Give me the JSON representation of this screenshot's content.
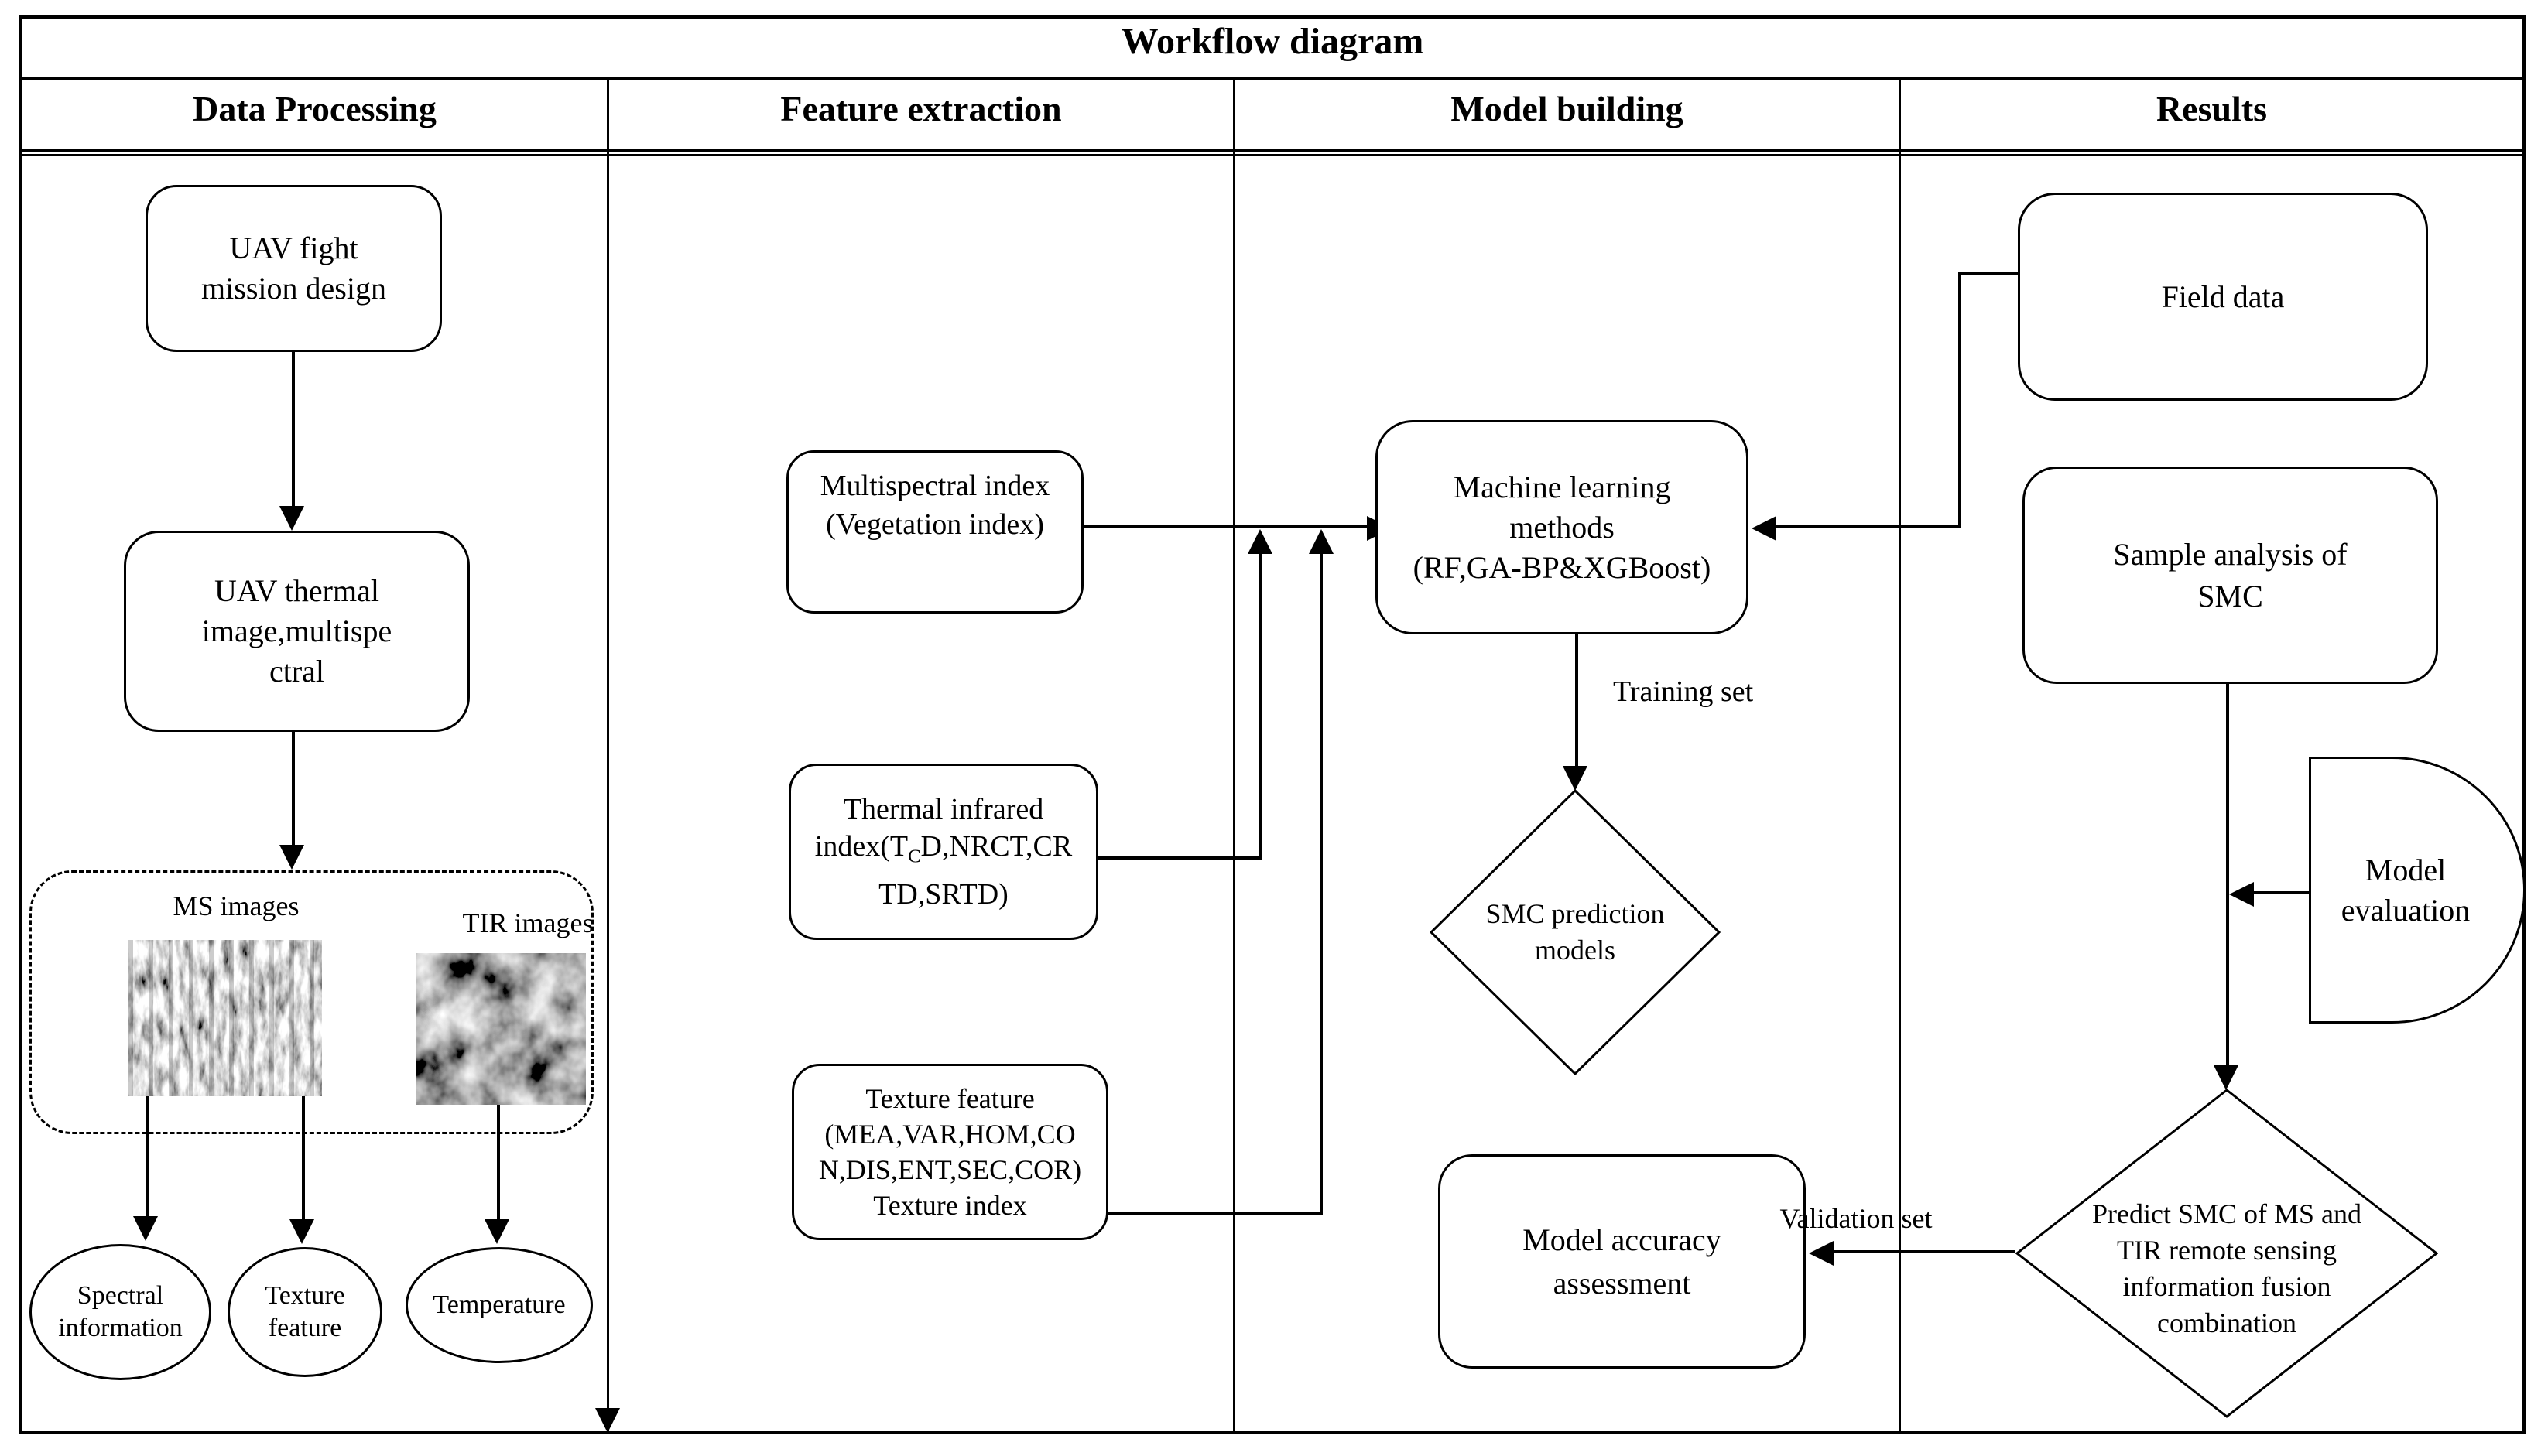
{
  "title": "Workflow diagram",
  "columns": [
    {
      "label": "Data Processing"
    },
    {
      "label": "Feature extraction"
    },
    {
      "label": "Model building"
    },
    {
      "label": "Results"
    }
  ],
  "data_processing": {
    "uav_flight": {
      "line1": "UAV fight",
      "line2": "mission design"
    },
    "uav_thermal": {
      "line1": "UAV thermal",
      "line2": "image,multispe",
      "line3": "ctral"
    },
    "ms_images_label": "MS images",
    "tir_images_label": "TIR images",
    "spectral": {
      "line1": "Spectral",
      "line2": "information"
    },
    "texture": {
      "line1": "Texture",
      "line2": "feature"
    },
    "temperature": "Temperature"
  },
  "feature_extraction": {
    "multispectral_index": {
      "line1": "Multispectral index",
      "line2": "(Vegetation index)"
    },
    "thermal_index": {
      "line1": "Thermal infrared",
      "line2_pre": "index(T",
      "line2_sub": "C",
      "line2_post": "D,NRCT,CR",
      "line3": "TD,SRTD)"
    },
    "texture_feature": {
      "line1": "Texture feature",
      "line2": "(MEA,VAR,HOM,CO",
      "line3": "N,DIS,ENT,SEC,COR)",
      "line4": "Texture index"
    }
  },
  "model_building": {
    "ml_methods": {
      "line1": "Machine learning",
      "line2": "methods",
      "line3": "(RF,GA-BP&XGBoost)"
    },
    "training_set_label": "Training set",
    "smc_prediction": {
      "line1": "SMC prediction",
      "line2": "models"
    },
    "model_accuracy": {
      "line1": "Model accuracy",
      "line2": "assessment"
    },
    "validation_set_label": "Validation set"
  },
  "results": {
    "field_data": "Field data",
    "sample_analysis": {
      "line1": "Sample analysis of",
      "line2": "SMC"
    },
    "model_evaluation": {
      "line1": "Model",
      "line2": "evaluation"
    },
    "predict_diamond": {
      "line1": "Predict SMC of MS and",
      "line2": "TIR remote sensing",
      "line3": "information fusion",
      "line4": "combination"
    }
  },
  "colors": {
    "line": "#000000",
    "background": "#ffffff"
  }
}
